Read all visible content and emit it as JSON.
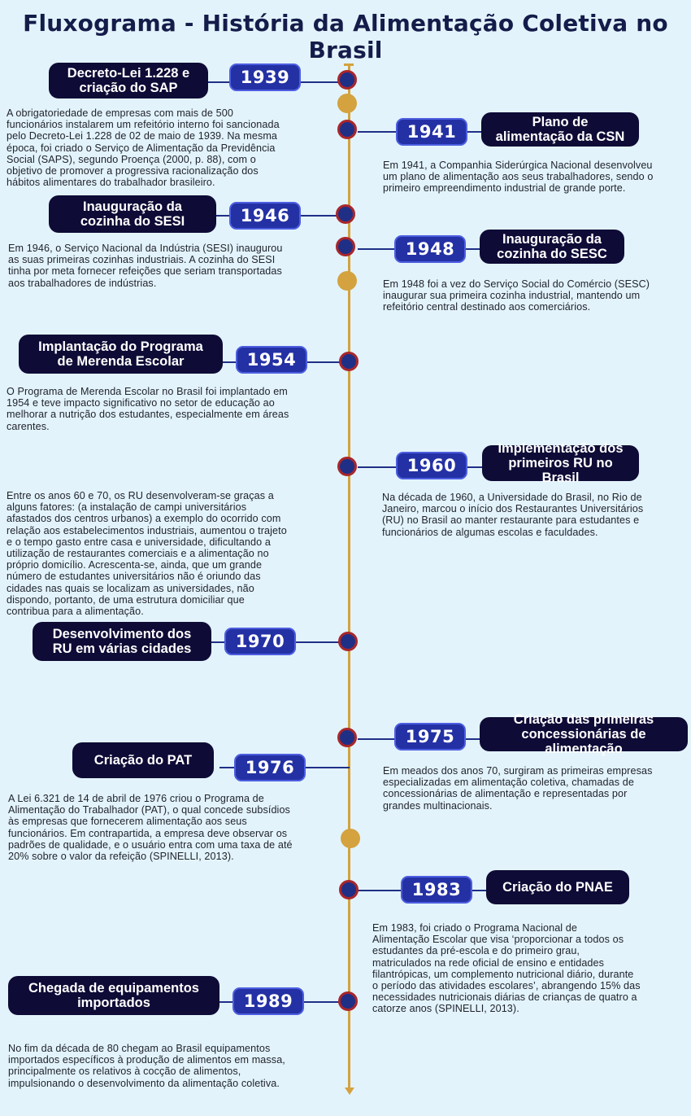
{
  "title": "Fluxograma - História da Alimentação Coletiva no Brasil",
  "events": [
    {
      "year": "1939",
      "label": "Decreto-Lei 1.228 e\ncriação do SAP",
      "description": "A obrigatoriedade de empresas com mais de 500\nfuncionários instalarem um refeitório interno foi sancionada\npelo Decreto-Lei 1.228 de 02 de maio de 1939. Na mesma\népoca, foi criado o Serviço de Alimentação da Previdência\nSocial (SAPS), segundo Proença (2000, p. 88), com o\nobjetivo de promover a progressiva racionalização dos\nhábitos alimentares do trabalhador brasileiro."
    },
    {
      "year": "1941",
      "label": "Plano de\nalimentação da CSN",
      "description": "Em 1941, a Companhia Siderúrgica Nacional desenvolveu\num plano de alimentação aos seus trabalhadores, sendo o\nprimeiro empreendimento industrial de grande porte."
    },
    {
      "year": "1946",
      "label": "Inauguração da\ncozinha do SESI",
      "description": "Em 1946, o Serviço Nacional da Indústria (SESI) inaugurou\nas suas primeiras cozinhas industriais. A cozinha do SESI\ntinha por meta fornecer refeições que seriam transportadas\naos trabalhadores de indústrias."
    },
    {
      "year": "1948",
      "label": "Inauguração da\ncozinha do SESC",
      "description": "Em 1948 foi a vez do Serviço Social do Comércio (SESC)\ninaugurar sua primeira cozinha industrial, mantendo um\nrefeitório central destinado aos comerciários."
    },
    {
      "year": "1954",
      "label": "Implantação do Programa\nde Merenda Escolar",
      "description": "O Programa de Merenda Escolar no Brasil foi implantado em\n1954 e teve impacto significativo no setor de educação ao\nmelhorar a nutrição dos estudantes, especialmente em áreas\ncarentes."
    },
    {
      "year": "1960",
      "label": "Implementação dos\nprimeiros RU no Brasil",
      "description": "Na década de 1960, a Universidade do Brasil, no Rio de\nJaneiro, marcou o início dos Restaurantes Universitários\n(RU) no Brasil  ao manter restaurante  para estudantes e\nfuncionários de algumas escolas e faculdades."
    },
    {
      "year": "1970",
      "label": "Desenvolvimento dos\nRU em várias cidades",
      "description": "Entre os anos 60 e 70, os RU desenvolveram-se graças a\nalguns fatores: (a instalação de campi universitários\nafastados dos centros urbanos) a exemplo do ocorrido com\nrelação aos estabelecimentos industriais, aumentou o trajeto\ne o tempo gasto entre casa e universidade, dificultando a\nutilização de restaurantes comerciais e a alimentação no\npróprio domicílio. Acrescenta-se, ainda, que um grande\nnúmero de estudantes universitários não é oriundo das\ncidades nas quais se localizam as universidades, não\ndispondo, portanto, de uma estrutura domiciliar que\ncontribua para a alimentação."
    },
    {
      "year": "1975",
      "label": "Criação das primeiras\nconcessionárias de alimentação",
      "description": "Em meados dos anos 70, surgiram as primeiras empresas\nespecializadas em alimentação coletiva, chamadas de\nconcessionárias de alimentação e representadas por\ngrandes multinacionais."
    },
    {
      "year": "1976",
      "label": "Criação do PAT",
      "description": "A Lei 6.321 de 14 de abril de 1976 criou o Programa de\nAlimentação do Trabalhador (PAT), o qual concede subsídios\nàs empresas que fornecerem alimentação aos seus\nfuncionários. Em contrapartida, a empresa deve observar os\npadrões de qualidade, e o usuário entra com uma taxa de até\n20% sobre o valor da refeição (SPINELLI, 2013)."
    },
    {
      "year": "1983",
      "label": "Criação do PNAE",
      "description": " Em 1983, foi criado o Programa Nacional de\nAlimentação Escolar que visa ‘proporcionar a todos os\nestudantes da pré-escola e do primeiro grau,\nmatriculados na rede oficial de ensino e entidades\nfilantrópicas, um complemento nutricional diário, durante\no período das atividades escolares’, abrangendo 15% das\nnecessidades nutricionais diárias de crianças de quatro a\ncatorze anos (SPINELLI, 2013)."
    },
    {
      "year": "1989",
      "label": "Chegada de equipamentos\nimportados",
      "description": "No fim da década de 80 chegam ao Brasil equipamentos\nimportados específicos à produção de alimentos em massa,\nprincipalmente os relativos à cocção de alimentos,\nimpulsionando  o desenvolvimento da alimentação coletiva."
    }
  ]
}
